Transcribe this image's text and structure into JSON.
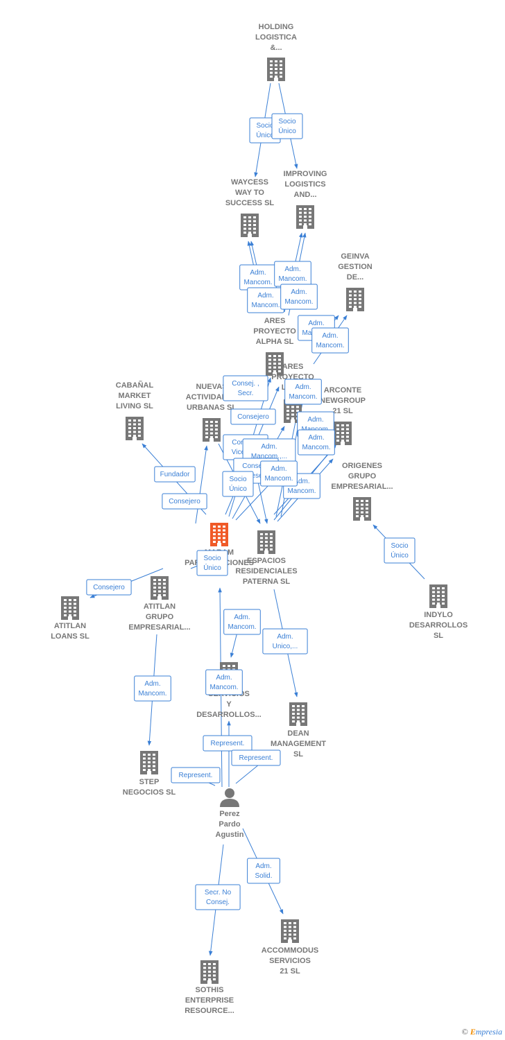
{
  "colors": {
    "edge": "#3a7fd5",
    "company": "#777777",
    "focus": "#f05a28",
    "person": "#777777"
  },
  "nodes": [
    {
      "id": "holding",
      "kind": "company",
      "lines": [
        "HOLDING",
        "LOGISTICA",
        "&..."
      ]
    },
    {
      "id": "waycess",
      "kind": "company",
      "lines": [
        "WAYCESS",
        "WAY TO",
        "SUCCESS  SL"
      ]
    },
    {
      "id": "improving",
      "kind": "company",
      "lines": [
        "IMPROVING",
        "LOGISTICS",
        "AND..."
      ]
    },
    {
      "id": "geinva",
      "kind": "company",
      "lines": [
        "GEINVA",
        "GESTION",
        "DE..."
      ]
    },
    {
      "id": "ares_alpha",
      "kind": "company",
      "lines": [
        "ARES",
        "PROYECTO",
        "ALPHA  SL"
      ]
    },
    {
      "id": "ares_proy",
      "kind": "company",
      "lines": [
        "ARES",
        "PROYECTO",
        "LOA..."
      ]
    },
    {
      "id": "arconte",
      "kind": "company",
      "lines": [
        "ARCONTE",
        "NEWGROUP",
        "21  SL"
      ]
    },
    {
      "id": "cabanal",
      "kind": "company",
      "lines": [
        "CABAÑAL",
        "MARKET",
        "LIVING  SL"
      ]
    },
    {
      "id": "nuevas",
      "kind": "company",
      "lines": [
        "NUEVAS",
        "ACTIVIDADES",
        "URBANAS SL"
      ]
    },
    {
      "id": "origenes",
      "kind": "company",
      "lines": [
        "ORIGENES",
        "GRUPO",
        "EMPRESARIAL..."
      ]
    },
    {
      "id": "focus",
      "kind": "focus",
      "lines": [
        "MARAM",
        "PARTICIPACIONES",
        "SL"
      ]
    },
    {
      "id": "espacios",
      "kind": "company",
      "lines": [
        "ESPACIOS",
        "RESIDENCIALES",
        "PATERNA  SL"
      ]
    },
    {
      "id": "atitlan_loans",
      "kind": "company",
      "lines": [
        "ATITLAN",
        "LOANS  SL"
      ]
    },
    {
      "id": "atitlan_grupo",
      "kind": "company",
      "lines": [
        "ATITLAN",
        "GRUPO",
        "EMPRESARIAL..."
      ]
    },
    {
      "id": "indylo",
      "kind": "company",
      "lines": [
        "INDYLO",
        "DESARROLLOS",
        "SL"
      ]
    },
    {
      "id": "servicios",
      "kind": "company",
      "lines": [
        "SERVICIOS",
        "Y",
        "DESARROLLOS..."
      ]
    },
    {
      "id": "dean",
      "kind": "company",
      "lines": [
        "DEAN",
        "MANAGEMENT",
        "SL"
      ]
    },
    {
      "id": "step",
      "kind": "company",
      "lines": [
        "STEP",
        "NEGOCIOS SL"
      ]
    },
    {
      "id": "perez",
      "kind": "person",
      "lines": [
        "Perez",
        "Pardo",
        "Agustin"
      ]
    },
    {
      "id": "accommodus",
      "kind": "company",
      "lines": [
        "ACCOMMODUS",
        "SERVICIOS",
        "21 SL"
      ]
    },
    {
      "id": "sothis",
      "kind": "company",
      "lines": [
        "SOTHIS",
        "ENTERPRISE",
        "RESOURCE..."
      ]
    }
  ],
  "edge_labels": [
    {
      "lines": [
        "Socio",
        "Único"
      ]
    },
    {
      "lines": [
        "Socio",
        "Único"
      ]
    },
    {
      "lines": [
        "Adm.",
        "Mancom."
      ]
    },
    {
      "lines": [
        "Adm.",
        "Mancom."
      ]
    },
    {
      "lines": [
        "Adm.",
        "Mancom."
      ]
    },
    {
      "lines": [
        "Adm.",
        "Mancom."
      ]
    },
    {
      "lines": [
        "Adm.",
        "Mancom."
      ]
    },
    {
      "lines": [
        "Adm.",
        "Mancom."
      ]
    },
    {
      "lines": [
        "Consej. ,",
        "Secr."
      ]
    },
    {
      "lines": [
        "Consejero"
      ]
    },
    {
      "lines": [
        "Adm.",
        "Mancom."
      ]
    },
    {
      "lines": [
        "Adm.",
        "Mancom."
      ]
    },
    {
      "lines": [
        "Adm.",
        "Mancom."
      ]
    },
    {
      "lines": [
        "Consej. ,",
        "Vicesecr."
      ]
    },
    {
      "lines": [
        "Adm.",
        "Mancom.,..."
      ]
    },
    {
      "lines": [
        "Consej. ,",
        "Vicesecr."
      ]
    },
    {
      "lines": [
        "Adm.",
        "Mancom."
      ]
    },
    {
      "lines": [
        "Socio",
        "Único"
      ]
    },
    {
      "lines": [
        "Adm.",
        "Mancom."
      ]
    },
    {
      "lines": [
        "Fundador"
      ]
    },
    {
      "lines": [
        "Consejero"
      ]
    },
    {
      "lines": [
        "Socio",
        "Único"
      ]
    },
    {
      "lines": [
        "Socio",
        "Único"
      ]
    },
    {
      "lines": [
        "Consejero"
      ]
    },
    {
      "lines": [
        "Adm.",
        "Mancom."
      ]
    },
    {
      "lines": [
        "Adm.",
        "Mancom."
      ]
    },
    {
      "lines": [
        "Adm.",
        "Unico,..."
      ]
    },
    {
      "lines": [
        "Adm.",
        "Mancom."
      ]
    },
    {
      "lines": [
        "Represent."
      ]
    },
    {
      "lines": [
        "Represent."
      ]
    },
    {
      "lines": [
        "Represent."
      ]
    },
    {
      "lines": [
        "Adm.",
        "Solid."
      ]
    },
    {
      "lines": [
        "Secr.  No",
        "Consej."
      ]
    }
  ],
  "brand": {
    "copyright": "©",
    "name_initial": "E",
    "name_rest": "mpresia"
  }
}
